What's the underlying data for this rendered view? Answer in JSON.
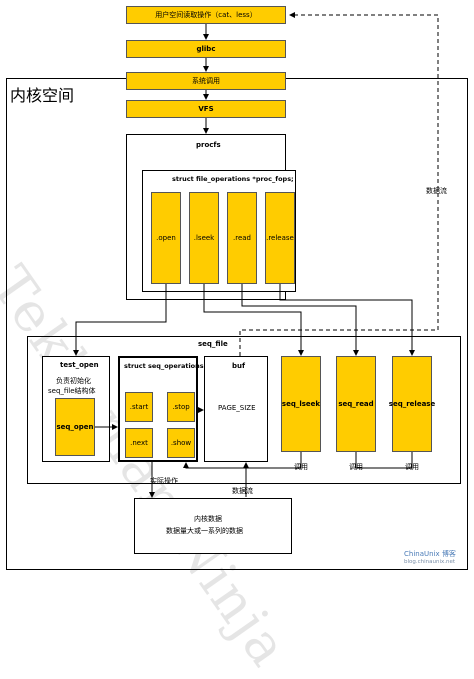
{
  "user_space": "用户空间读取操作（cat、less）",
  "glibc": "glibc",
  "syscall": "系统调用",
  "vfs": "VFS",
  "kernel_space": "内核空间",
  "procfs": {
    "title": "procfs",
    "struct": "struct file_operations *proc_fops;",
    "ops": [
      ".open",
      ".lseek",
      ".read",
      ".release"
    ]
  },
  "seq_file": {
    "title": "seq_file",
    "test_open": "test_open",
    "init_desc_1": "负责初始化",
    "init_desc_2": "seq_file结构体",
    "seq_open": "seq_open",
    "seq_ops_title": "struct seq_operations",
    "seq_ops": [
      ".start",
      ".stop",
      ".next",
      ".show"
    ],
    "buf": "buf",
    "page_size": "PAGE_SIZE",
    "funcs": [
      "seq_lseek",
      "seq_read",
      "seq_release"
    ],
    "call_label": "调用"
  },
  "data_flow": "数据流",
  "actual_op": "实际操作",
  "kernel_data_1": "内核数据",
  "kernel_data_2": "数据量大或一系列的数据",
  "watermark": "Tekkaman Ninja",
  "chinaunix": "ChinaUnix 博客",
  "chinaunix_url": "blog.chinaunix.net",
  "colors": {
    "highlight": "#ffcc00"
  }
}
